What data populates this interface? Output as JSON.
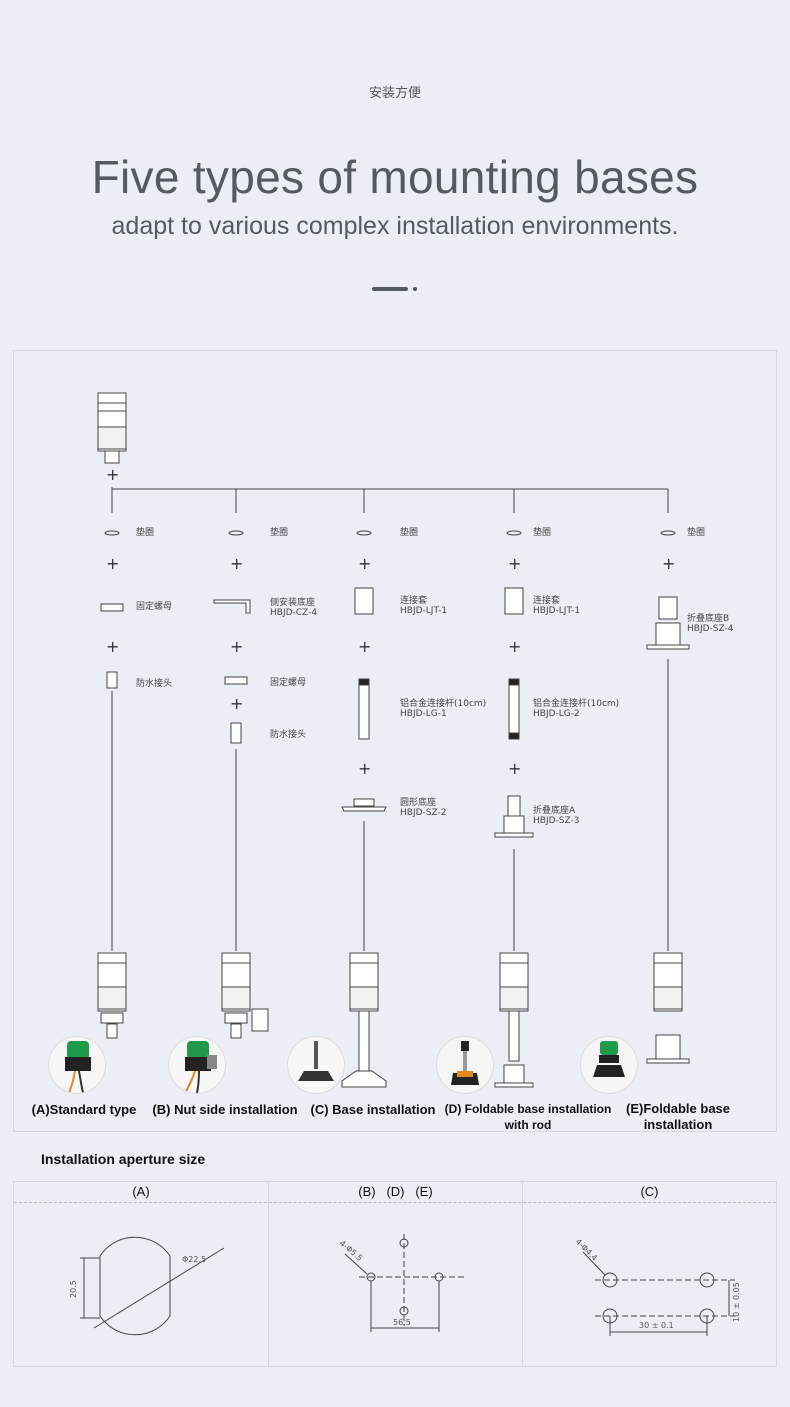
{
  "header": {
    "tag": "安装方便",
    "title": "Five types of mounting bases",
    "subtitle": "adapt to various complex installation environments."
  },
  "parts": {
    "washer": "垫圈",
    "fix_nut": "固定螺母",
    "waterproof_joint": "防水接头",
    "side_base": "侧安装底座\nHBJD-CZ-4",
    "connector_sleeve": "连接套\nHBJD-LJT-1",
    "rod_c": "铝合金连接杆(10cm)\nHBJD-LG-1",
    "rod_d": "铝合金连接杆(10cm)\nHBJD-LG-2",
    "round_base": "圆形底座\nHBJD-SZ-2",
    "fold_base_a": "折叠底座A\nHBJD-SZ-3",
    "fold_base_b": "折叠底座B\nHBJD-SZ-4",
    "plus": "+"
  },
  "captions": {
    "a": "(A)Standard type",
    "b": "(B) Nut side installation",
    "c": "(C) Base installation",
    "d": "(D) Foldable base installation\nwith rod",
    "e": "(E)Foldable base\ninstallation"
  },
  "aperture": {
    "title": "Installation aperture size",
    "col_a": "(A)",
    "col_bde": "(B)   (D)   (E)",
    "col_c": "(C)",
    "a_dia": "Φ22.5",
    "a_flat": "20.5",
    "bde_holes": "4-Φ5.5",
    "bde_width": "56.5",
    "c_holes": "4-Φ4.4",
    "c_width": "30 ± 0.1",
    "c_height": "10 ± 0.05"
  }
}
